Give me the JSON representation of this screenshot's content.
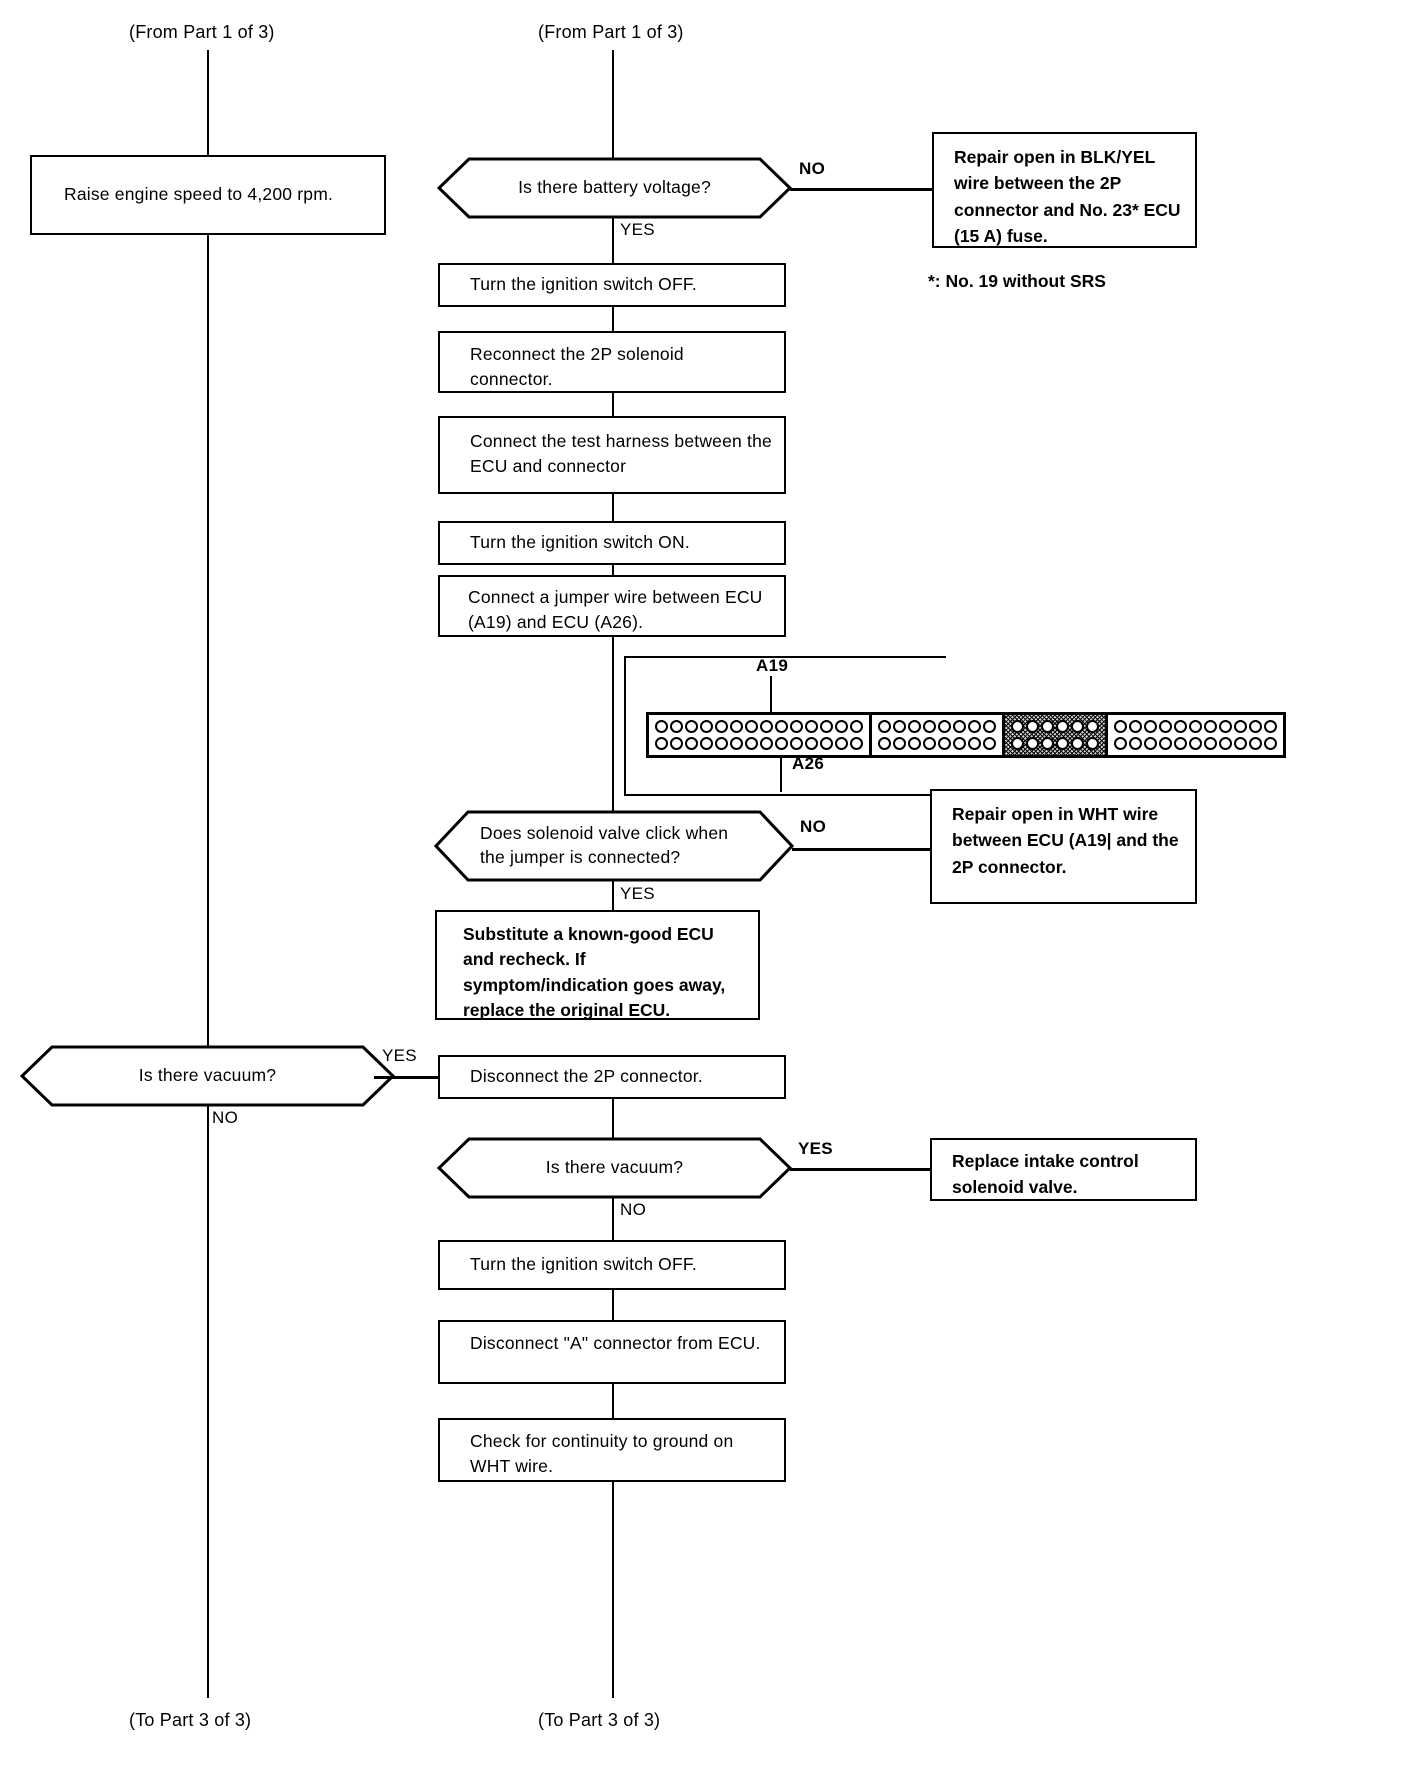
{
  "page": {
    "from_left": "(From Part 1 of 3)",
    "from_right": "(From Part 1 of 3)",
    "to_left": "(To Part 3 of 3)",
    "to_right": "(To Part 3 of 3)"
  },
  "labels": {
    "yes": "YES",
    "no": "NO"
  },
  "footnote": "*: No. 19 without SRS",
  "left_branch": {
    "raise_rpm": "Raise engine speed to 4,200 rpm.",
    "vacuum_question": "Is there vacuum?",
    "vacuum_yes": "YES",
    "vacuum_no": "NO"
  },
  "main_branch": {
    "battery_question": "Is there battery voltage?",
    "battery_no": "NO",
    "battery_yes": "YES",
    "repair_blkyel": "Repair open in BLK/YEL wire between the 2P connector and No. 23* ECU (15 A) fuse.",
    "ign_off_1": "Turn the ignition switch OFF.",
    "reconnect_2p": "Reconnect the 2P solenoid connector.",
    "connect_harness": "Connect the test harness between the ECU and connector",
    "ign_on": "Turn the ignition switch ON.",
    "jumper": "Connect a jumper wire between ECU (A19) and ECU (A26).",
    "click_question": "Does solenoid valve click when the jumper is connected?",
    "click_no": "NO",
    "click_yes": "YES",
    "repair_wht": "Repair open in WHT wire between ECU (A19| and the 2P connector.",
    "substitute_ecu": "Substitute a known-good ECU and recheck. If symptom/indication goes away, replace the original ECU.",
    "disconnect_2p": "Disconnect the 2P connector.",
    "vacuum_question_2": "Is there vacuum?",
    "vacuum2_yes": "YES",
    "vacuum2_no": "NO",
    "replace_solenoid": "Replace intake control solenoid valve.",
    "ign_off_2": "Turn the ignition switch OFF.",
    "disconnect_a": "Disconnect \"A\" connector from ECU.",
    "check_continuity": "Check for continuity to ground on WHT wire."
  },
  "connector": {
    "pin_a19": "A19",
    "pin_a26": "A26",
    "segments": [
      {
        "pins_per_row": 14,
        "shaded": false
      },
      {
        "pins_per_row": 8,
        "shaded": false
      },
      {
        "pins_per_row": 6,
        "shaded": true
      },
      {
        "pins_per_row": 11,
        "shaded": false
      }
    ],
    "rows": 2
  }
}
